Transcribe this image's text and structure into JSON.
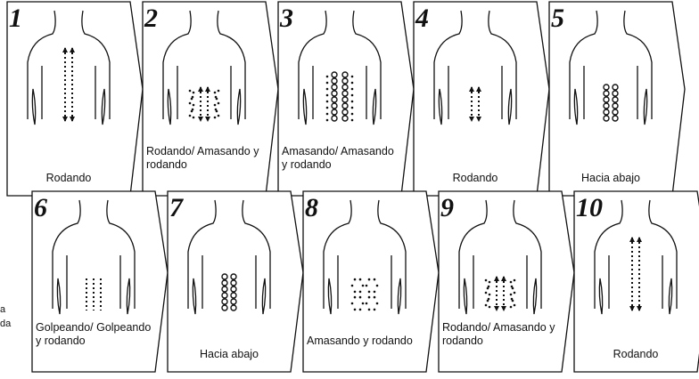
{
  "steps": [
    {
      "number": "1",
      "label": "Rodando",
      "pattern": "rolling-long"
    },
    {
      "number": "2",
      "label": "Rodando/ Amasando y rodando",
      "pattern": "kneading-rolling-lower"
    },
    {
      "number": "3",
      "label": "Amasando/ Amasando y rodando",
      "pattern": "kneading-full"
    },
    {
      "number": "4",
      "label": "Rodando",
      "pattern": "rolling-short"
    },
    {
      "number": "5",
      "label": "Hacia abajo",
      "pattern": "downward"
    },
    {
      "number": "6",
      "label": "Golpeando/ Golpeando y rodando",
      "pattern": "tapping"
    },
    {
      "number": "7",
      "label": "Hacia abajo",
      "pattern": "downward"
    },
    {
      "number": "8",
      "label": "Amasando y rodando",
      "pattern": "kneading-rolling-cluster"
    },
    {
      "number": "9",
      "label": "Rodando/ Amasando y rodando",
      "pattern": "kneading-rolling-lower"
    },
    {
      "number": "10",
      "label": "Rodando",
      "pattern": "rolling-long"
    }
  ],
  "margin_text": [
    "a",
    "da"
  ]
}
